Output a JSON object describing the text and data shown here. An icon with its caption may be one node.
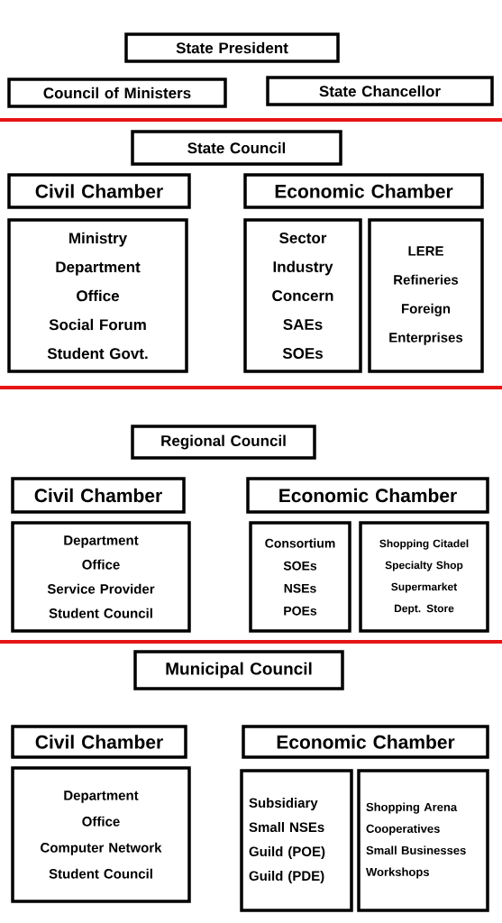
{
  "diagram": {
    "nodes": [
      {
        "text": [
          "State President"
        ]
      },
      {
        "text": [
          "Council of Ministers"
        ]
      },
      {
        "text": [
          "State Chancellor"
        ]
      },
      {
        "text": [
          "State Council"
        ]
      },
      {
        "text": [
          "Civil Chamber"
        ]
      },
      {
        "text": [
          "Economic Chamber"
        ]
      },
      {
        "text": [
          "Ministry",
          "Department",
          "Office",
          "Social Forum",
          "Student Govt."
        ]
      },
      {
        "text": [
          "Sector",
          "Industry",
          "Concern",
          "SAEs",
          "SOEs"
        ]
      },
      {
        "text": [
          "LERE",
          "Refineries",
          "Foreign",
          "Enterprises"
        ]
      },
      {
        "text": [
          "Regional Council"
        ]
      },
      {
        "text": [
          "Civil Chamber"
        ]
      },
      {
        "text": [
          "Economic Chamber"
        ]
      },
      {
        "text": [
          "Department",
          "Office",
          "Service Provider",
          "Student Council"
        ]
      },
      {
        "text": [
          "Consortium",
          "SOEs",
          "NSEs",
          "POEs"
        ]
      },
      {
        "text": [
          "Shopping Citadel",
          "Specialty Shop",
          "Supermarket",
          "Dept. Store"
        ]
      },
      {
        "text": [
          "Municipal Council"
        ]
      },
      {
        "text": [
          "Civil Chamber"
        ]
      },
      {
        "text": [
          "Economic Chamber"
        ]
      },
      {
        "text": [
          "Department",
          "Office",
          "Computer Network",
          "Student Council"
        ]
      },
      {
        "text": [
          "Subsidiary",
          "Small NSEs",
          "Guild (POE)",
          "Guild (PDE)"
        ]
      },
      {
        "text": [
          "Shopping Arena",
          "Cooperatives",
          "Small Businesses",
          "Workshops"
        ]
      }
    ]
  }
}
